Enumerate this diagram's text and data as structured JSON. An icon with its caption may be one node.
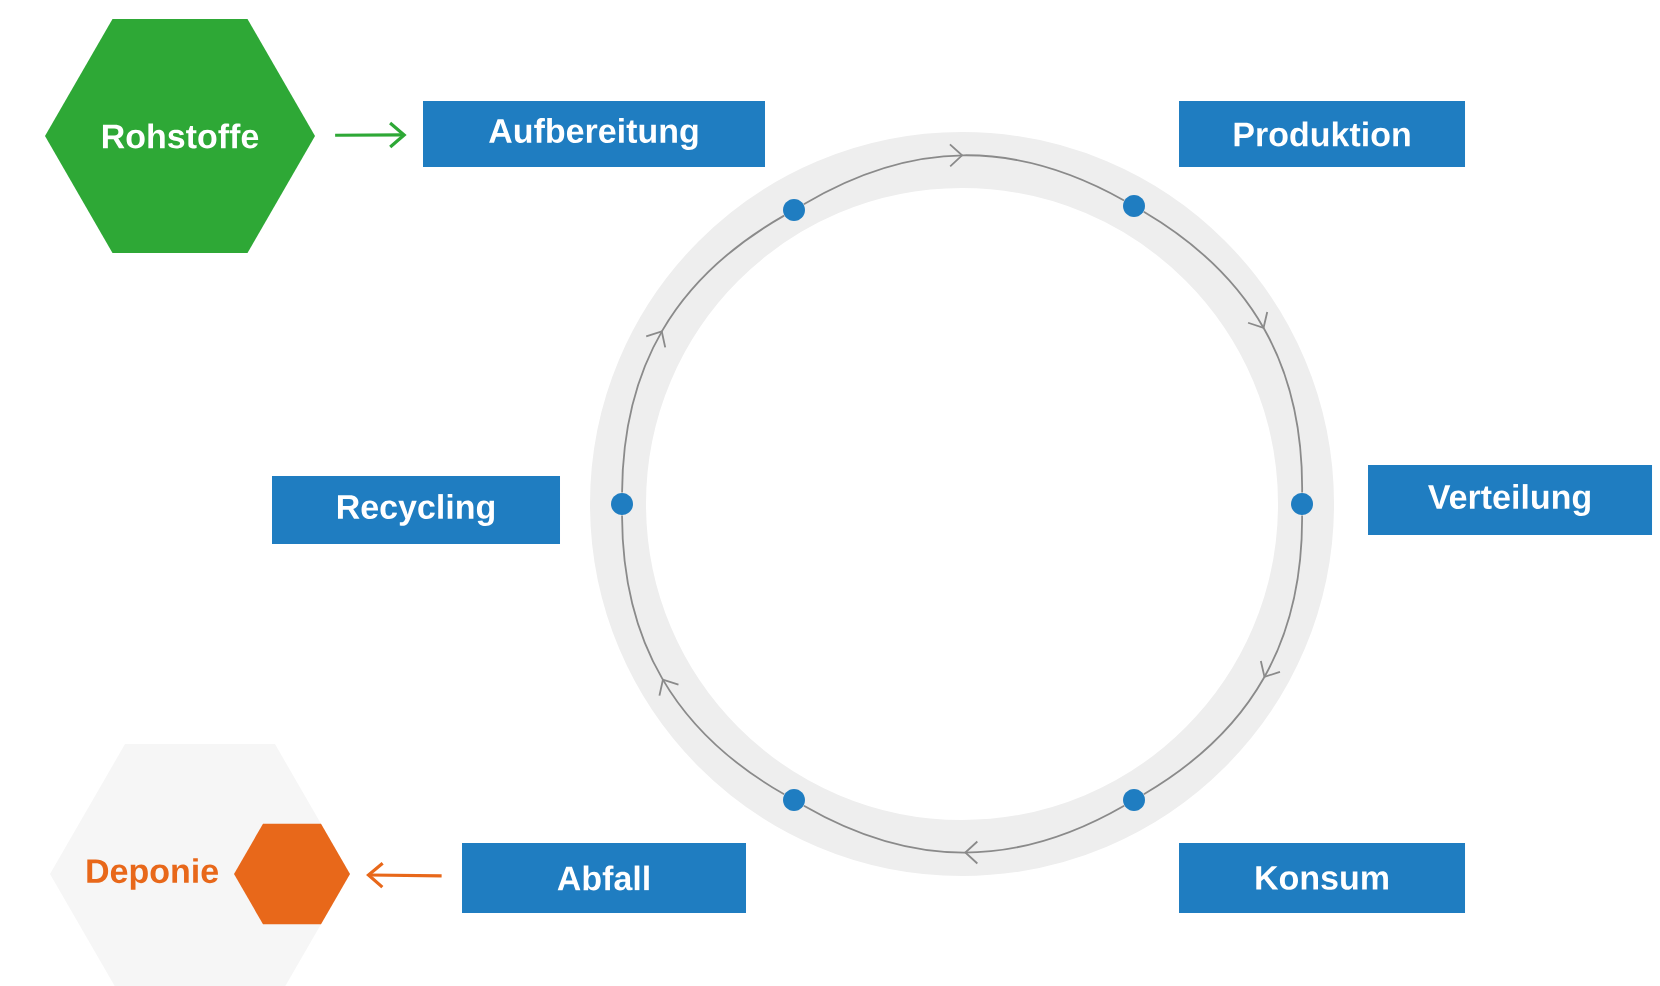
{
  "diagram": {
    "nodes": [
      {
        "text": [
          "Rohstoffe"
        ]
      },
      {
        "text": [
          "Aufbereitung"
        ]
      },
      {
        "text": [
          "Produktion"
        ]
      },
      {
        "text": [
          "Recycling"
        ]
      },
      {
        "text": [
          "Verteilung"
        ]
      },
      {
        "text": [
          "Deponie"
        ]
      },
      {
        "text": [
          "Abfall"
        ]
      },
      {
        "text": [
          "Konsum"
        ]
      },
      {
        "text": [],
        "shape": "circle"
      },
      {
        "text": [],
        "shape": "circle"
      },
      {
        "text": [],
        "shape": "circle"
      },
      {
        "text": [],
        "shape": "circle"
      },
      {
        "text": [],
        "shape": "circle"
      },
      {
        "text": [],
        "shape": "circle"
      }
    ],
    "edges": [
      {
        "from": 0,
        "to": 1,
        "arrow": "to",
        "color": "#2ea836"
      },
      {
        "from": 6,
        "to": 5,
        "arrow": "to",
        "color": "#e8681a"
      },
      {
        "from": 8,
        "to": 9,
        "arrow": "to"
      },
      {
        "from": 9,
        "to": 11,
        "arrow": "to"
      },
      {
        "from": 11,
        "to": 13,
        "arrow": "to"
      },
      {
        "from": 13,
        "to": 12,
        "arrow": "to"
      },
      {
        "from": 12,
        "to": 10,
        "arrow": "to"
      },
      {
        "from": 10,
        "to": 8,
        "arrow": "to"
      }
    ]
  }
}
